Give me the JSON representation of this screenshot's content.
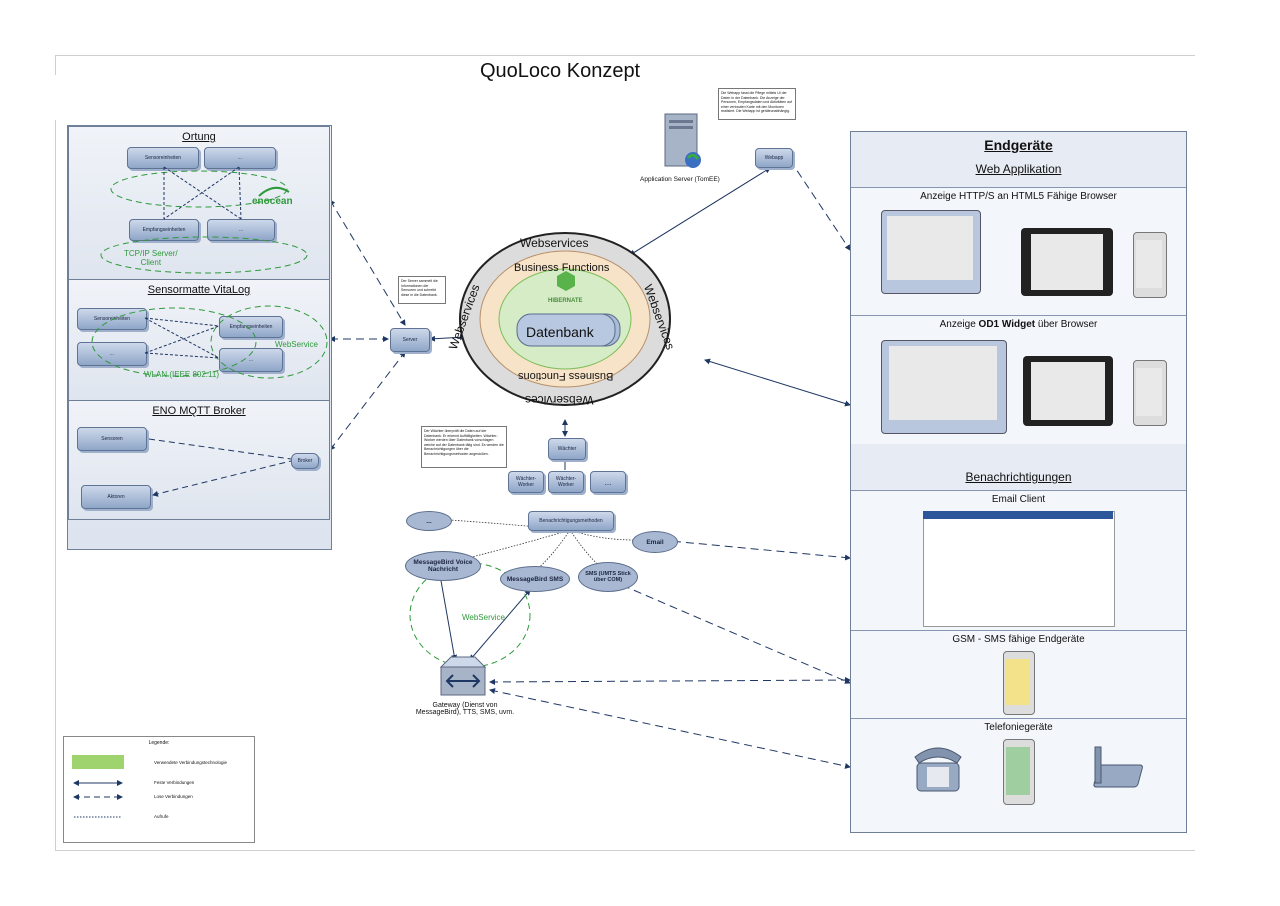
{
  "title": "QuoLoco Konzept",
  "left": {
    "ortung": {
      "title": "Ortung",
      "sensor_units": "Sensoreinheiten",
      "dots": "...",
      "receive_units": "Empfangseinheiten",
      "tcp": "TCP/IP Server/\nClient",
      "brand": "enocean"
    },
    "vitalog": {
      "title": "Sensormatte VitaLog",
      "sensor_units": "Sensoreinheiten",
      "dots": "...",
      "receive_units": "Empfangseinheiten",
      "webservice": "WebService",
      "wlan": "WLAN (IEEE 802.11)"
    },
    "mqtt": {
      "title": "ENO MQTT Broker",
      "sensors": "Sensoren",
      "actors": "Aktoren",
      "broker": "Broker"
    }
  },
  "center": {
    "server": "Server",
    "server_note": "Der Server sammelt die Informationen der Sensoren und schreibt diese in die Datenbank.",
    "webapp": "Webapp",
    "webapp_note": "Die Webapp fasst die Pflege mittels UI der Daten in der Datenbank. Die Anzeige der Personen, Empfangsdaten und Aktivitäten auf einer vertrauten Karte mit den Monitoren realisiert. Die Webapp ist geräteunabhängig.",
    "app_server": "Application Server (TomEE)",
    "ring_outer_top": "Webservices",
    "ring_outer_left": "Webservices",
    "ring_outer_right": "Webservices",
    "ring_outer_bottom": "Webservices",
    "ring_business_top": "Business Functions",
    "ring_business_bottom": "Business Functions",
    "hibernate": "HIBERNATE",
    "database": "Datenbank",
    "waechter": "Wächter",
    "waechter_note": "Der Wächter überprüft die Daten auf der Datenbank. Er erkennt Auffälligkeiten. Wächter-Worker werden über Datenbank vorschlagen welche auf der Datenbank tätig sind. Es werden die Benachrichtigungen über die Benachrichtigungsmethoden angestoßen.",
    "worker1": "Wächter-\nWorker",
    "worker2": "Wächter-\nWorker",
    "worker3": "...",
    "notify": "Benachrichtigungsmethoden",
    "cloud_dots": "...",
    "email": "Email",
    "msgbird_voice": "MessageBird Voice\nNachricht",
    "msgbird_sms": "MessageBird SMS",
    "sms_umts": "SMS (UMTS Stick\nüber COM)",
    "webservice": "WebService",
    "gateway": "Gateway (Dienst von\nMessageBird), TTS, SMS, uvm."
  },
  "right": {
    "title": "Endgeräte",
    "web_app": "Web Applikation",
    "html5": "Anzeige HTTP/S an HTML5 Fähige Browser",
    "widget_prefix": "Anzeige ",
    "widget_bold": "OD1 Widget",
    "widget_suffix": " über Browser",
    "notifications": "Benachrichtigungen",
    "email_client": "Email Client",
    "gsm": "GSM - SMS fähige Endgeräte",
    "telephony": "Telefoniegeräte"
  },
  "legend": {
    "title": "Legende:",
    "row1": "Verwendete Verbindungstechnologie",
    "row2": "Feste Verbindungen",
    "row3": "Lose Verbindungen",
    "row4": "Aufrufe"
  },
  "colors": {
    "accent_green": "#2e9a3a",
    "box_blue": "#8fa6c8",
    "panel_border": "#6f7f97"
  }
}
